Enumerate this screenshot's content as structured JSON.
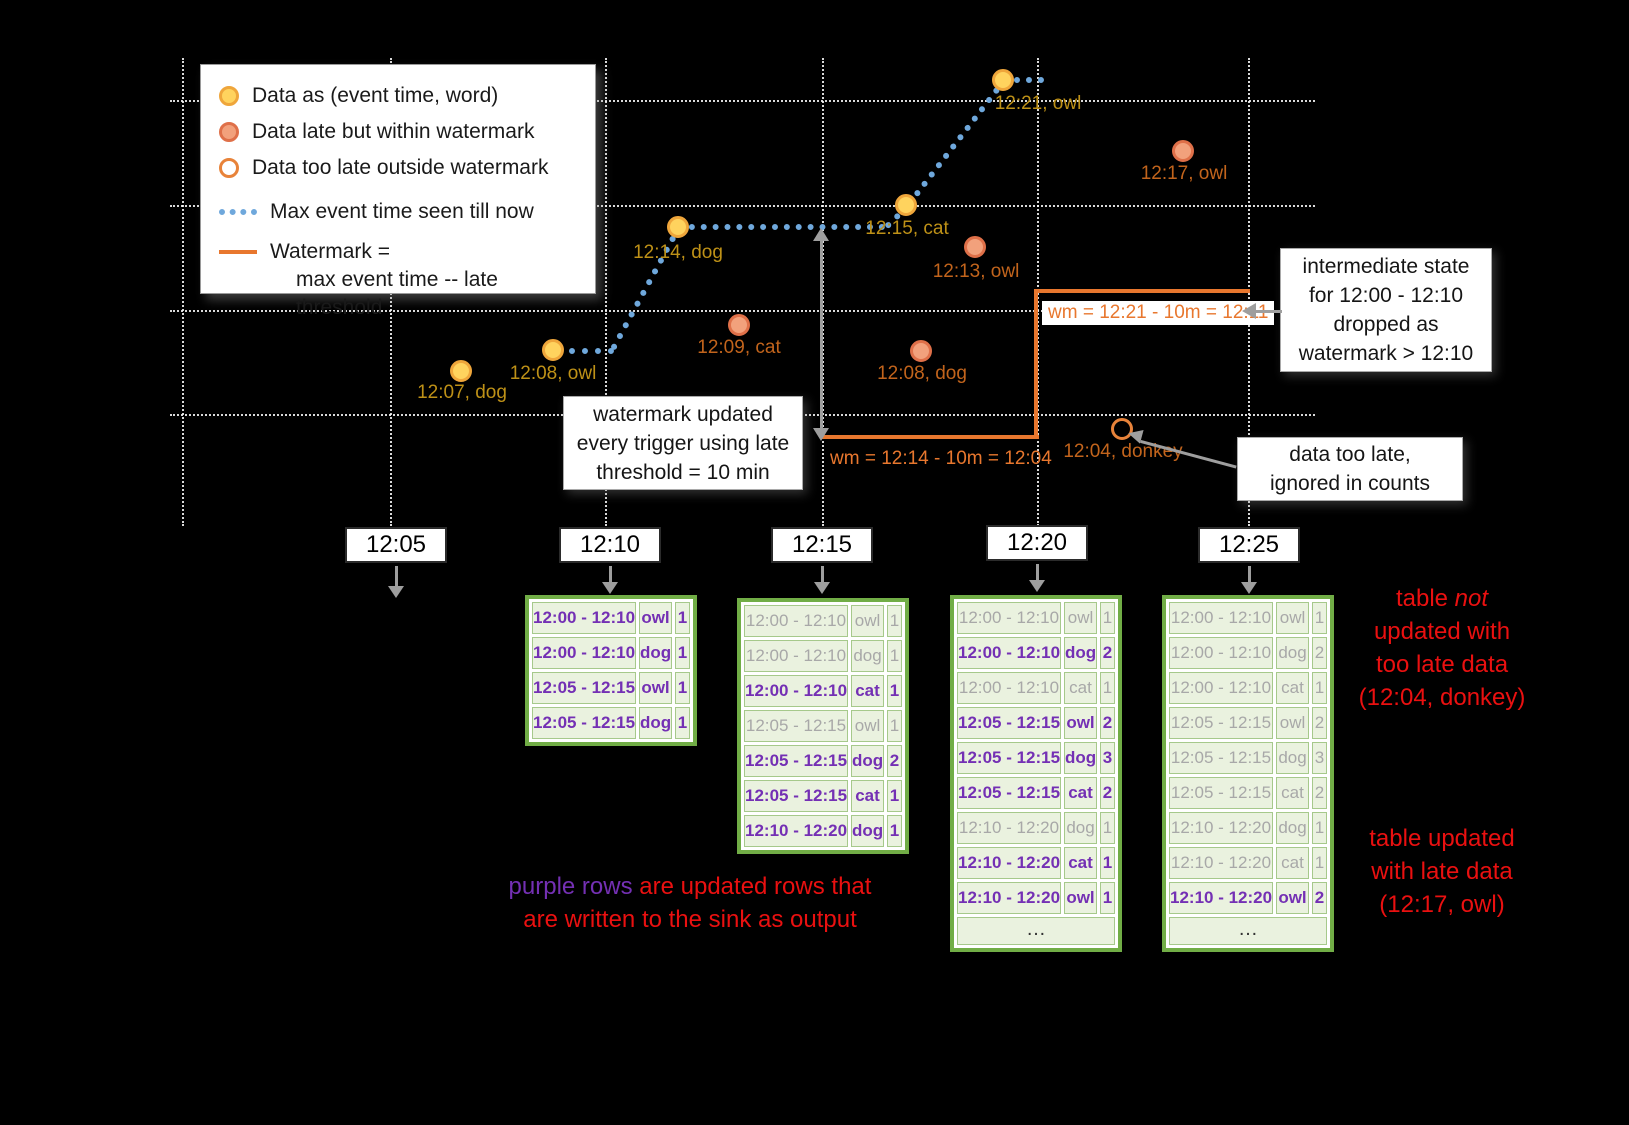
{
  "legend": {
    "items": [
      {
        "icon": "on-time-dot",
        "label": "Data as (event time, word)"
      },
      {
        "icon": "late-dot",
        "label": "Data late but within watermark"
      },
      {
        "icon": "too-late-dot",
        "label": "Data too late outside watermark"
      },
      {
        "icon": "max-event-time-line",
        "label": "Max event time seen till now"
      },
      {
        "icon": "watermark-line",
        "label": "Watermark =",
        "label_indent": "max event time -- late threshold"
      }
    ]
  },
  "points": [
    {
      "kind": "on-time",
      "label": "12:07, dog"
    },
    {
      "kind": "on-time",
      "label": "12:08, owl"
    },
    {
      "kind": "on-time",
      "label": "12:14, dog"
    },
    {
      "kind": "on-time",
      "label": "12:15, cat"
    },
    {
      "kind": "on-time",
      "label": "12:21, owl"
    },
    {
      "kind": "late",
      "label": "12:09, cat"
    },
    {
      "kind": "late",
      "label": "12:13, owl"
    },
    {
      "kind": "late",
      "label": "12:08, dog"
    },
    {
      "kind": "late",
      "label": "12:17, owl"
    },
    {
      "kind": "too-late",
      "label": "12:04, donkey"
    }
  ],
  "watermark_labels": {
    "first": "wm = 12:14 - 10m = 12:04",
    "second": "wm = 12:21 - 10m = 12:11"
  },
  "callouts": {
    "watermark_update": {
      "lines": [
        "watermark updated",
        "every trigger using late",
        "threshold = 10 min"
      ]
    },
    "intermediate_state": {
      "lines": [
        "intermediate state",
        "for 12:00 - 12:10",
        "dropped as",
        "watermark > 12:10"
      ]
    },
    "too_late": {
      "lines": [
        "data too late,",
        "ignored in counts"
      ]
    }
  },
  "triggers": [
    "12:05",
    "12:10",
    "12:15",
    "12:20",
    "12:25"
  ],
  "ellipsis": "…",
  "tables": [
    {
      "trigger": "12:10",
      "has_ellipsis": false,
      "rows": [
        {
          "window": "12:00 - 12:10",
          "word": "owl",
          "count": "1",
          "updated": true
        },
        {
          "window": "12:00 - 12:10",
          "word": "dog",
          "count": "1",
          "updated": true
        },
        {
          "window": "12:05 - 12:15",
          "word": "owl",
          "count": "1",
          "updated": true
        },
        {
          "window": "12:05 - 12:15",
          "word": "dog",
          "count": "1",
          "updated": true
        }
      ]
    },
    {
      "trigger": "12:15",
      "has_ellipsis": false,
      "rows": [
        {
          "window": "12:00 - 12:10",
          "word": "owl",
          "count": "1",
          "updated": false
        },
        {
          "window": "12:00 - 12:10",
          "word": "dog",
          "count": "1",
          "updated": false
        },
        {
          "window": "12:00 - 12:10",
          "word": "cat",
          "count": "1",
          "updated": true
        },
        {
          "window": "12:05 - 12:15",
          "word": "owl",
          "count": "1",
          "updated": false
        },
        {
          "window": "12:05 - 12:15",
          "word": "dog",
          "count": "2",
          "updated": true
        },
        {
          "window": "12:05 - 12:15",
          "word": "cat",
          "count": "1",
          "updated": true
        },
        {
          "window": "12:10 - 12:20",
          "word": "dog",
          "count": "1",
          "updated": true
        }
      ]
    },
    {
      "trigger": "12:20",
      "has_ellipsis": true,
      "rows": [
        {
          "window": "12:00 - 12:10",
          "word": "owl",
          "count": "1",
          "updated": false
        },
        {
          "window": "12:00 - 12:10",
          "word": "dog",
          "count": "2",
          "updated": true
        },
        {
          "window": "12:00 - 12:10",
          "word": "cat",
          "count": "1",
          "updated": false
        },
        {
          "window": "12:05 - 12:15",
          "word": "owl",
          "count": "2",
          "updated": true
        },
        {
          "window": "12:05 - 12:15",
          "word": "dog",
          "count": "3",
          "updated": true
        },
        {
          "window": "12:05 - 12:15",
          "word": "cat",
          "count": "2",
          "updated": true
        },
        {
          "window": "12:10 - 12:20",
          "word": "dog",
          "count": "1",
          "updated": false
        },
        {
          "window": "12:10 - 12:20",
          "word": "cat",
          "count": "1",
          "updated": true
        },
        {
          "window": "12:10 - 12:20",
          "word": "owl",
          "count": "1",
          "updated": true
        }
      ]
    },
    {
      "trigger": "12:25",
      "has_ellipsis": true,
      "rows": [
        {
          "window": "12:00 - 12:10",
          "word": "owl",
          "count": "1",
          "updated": false
        },
        {
          "window": "12:00 - 12:10",
          "word": "dog",
          "count": "2",
          "updated": false
        },
        {
          "window": "12:00 - 12:10",
          "word": "cat",
          "count": "1",
          "updated": false
        },
        {
          "window": "12:05 - 12:15",
          "word": "owl",
          "count": "2",
          "updated": false
        },
        {
          "window": "12:05 - 12:15",
          "word": "dog",
          "count": "3",
          "updated": false
        },
        {
          "window": "12:05 - 12:15",
          "word": "cat",
          "count": "2",
          "updated": false
        },
        {
          "window": "12:10 - 12:20",
          "word": "dog",
          "count": "1",
          "updated": false
        },
        {
          "window": "12:10 - 12:20",
          "word": "cat",
          "count": "1",
          "updated": false
        },
        {
          "window": "12:10 - 12:20",
          "word": "owl",
          "count": "2",
          "updated": true
        }
      ]
    }
  ],
  "notes": {
    "purple_rows": {
      "highlight": "purple rows",
      "line1_rest": " are updated rows that",
      "line2": "are written to the sink as output"
    },
    "not_updated": {
      "line1_prefix": "table ",
      "line1_italic": "not",
      "line2": "updated with",
      "line3": "too late data",
      "line4": "(12:04, donkey)"
    },
    "updated": {
      "lines": [
        "table updated",
        "with late data",
        "(12:17, owl)"
      ]
    }
  },
  "colors": {
    "on_time_fill": "#FFD35E",
    "on_time_stroke": "#EFA63B",
    "late_fill": "#F2A17C",
    "late_stroke": "#DF7049",
    "too_late_stroke": "#E8833A",
    "max_event_line": "#6FA8DC",
    "watermark_line": "#E8772E",
    "table_border": "#71AD46",
    "updated_row_text": "#7430B4",
    "old_row_text": "#A8A8A8",
    "note_red": "#EA1010"
  }
}
